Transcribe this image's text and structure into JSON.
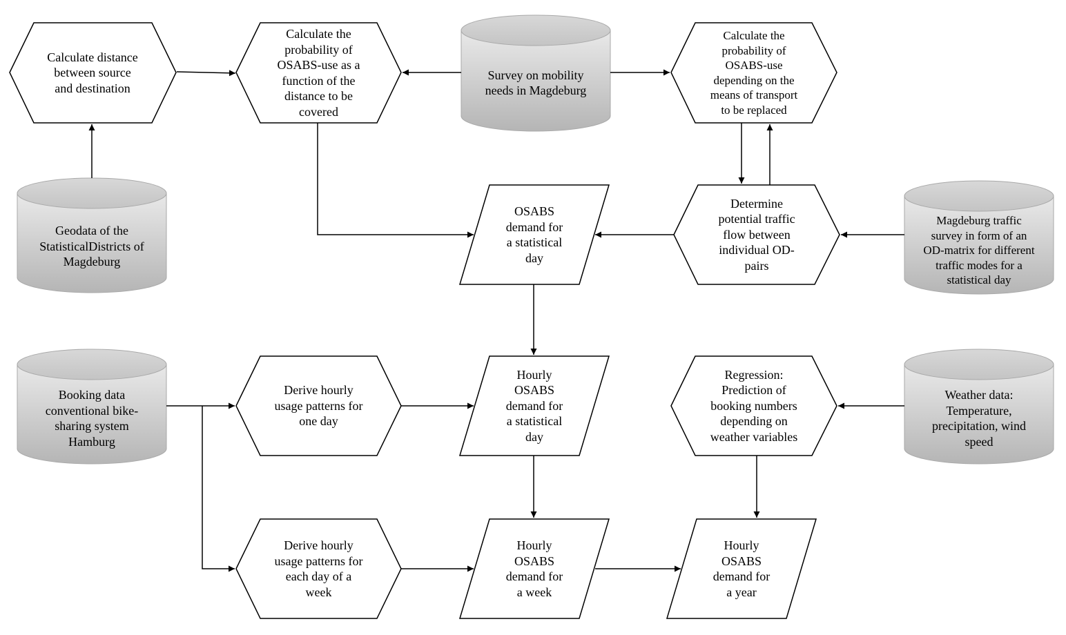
{
  "nodes": {
    "calc_distance": "Calculate distance\nbetween source\nand destination",
    "calc_prob_distance": "Calculate the\nprobability of\nOSABS-use as a\nfunction of the\ndistance to be\ncovered",
    "survey_mobility": "Survey on mobility\nneeds in Magdeburg",
    "calc_prob_transport": "Calculate the\nprobability of\nOSABS-use\ndepending on the\nmeans of transport\nto be replaced",
    "geodata": "Geodata of the\nStatisticalDistricts of\nMagdeburg",
    "demand_statistical_day": "OSABS\ndemand for\na statistical\nday",
    "determine_flow": "Determine\npotential traffic\nflow between\nindividual OD-\npairs",
    "traffic_survey": "Magdeburg traffic\nsurvey in form of an\nOD-matrix for different\ntraffic modes for a\nstatistical day",
    "booking_data": "Booking data\nconventional bike-\nsharing system\nHamburg",
    "derive_hourly_day": "Derive hourly\nusage patterns for\none day",
    "hourly_statistical_day": "Hourly\nOSABS\ndemand for\na statistical\nday",
    "regression": "Regression:\nPrediction of\nbooking numbers\ndepending on\nweather variables",
    "weather_data": "Weather data:\nTemperature,\nprecipitation, wind\nspeed",
    "derive_hourly_week": "Derive hourly\nusage patterns for\neach day of a\nweek",
    "hourly_week": "Hourly\nOSABS\ndemand for\na week",
    "hourly_year": "Hourly\nOSABS\ndemand for\na year"
  },
  "colors": {
    "stroke": "#000000",
    "database_fill_top": "#e9e9e9",
    "database_fill_bottom": "#b8b8b8",
    "database_stroke": "#a8a8a8"
  }
}
